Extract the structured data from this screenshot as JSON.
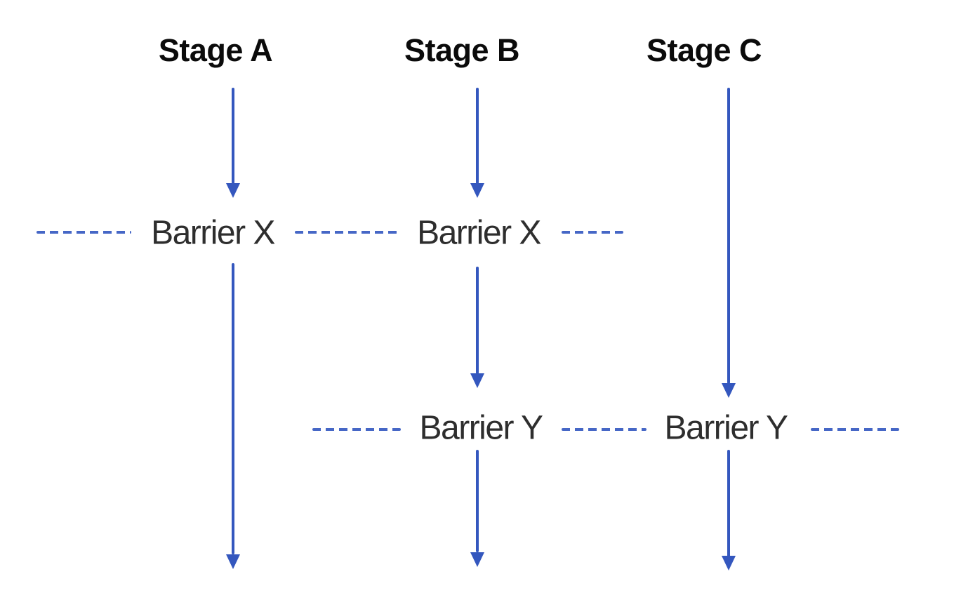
{
  "diagram": {
    "type": "staged-pipeline-with-barriers",
    "stages": [
      {
        "label": "Stage A"
      },
      {
        "label": "Stage B"
      },
      {
        "label": "Stage C"
      }
    ],
    "barriers": [
      {
        "label": "Barrier X",
        "crossed_by": [
          "Stage A",
          "Stage B"
        ]
      },
      {
        "label": "Barrier Y",
        "crossed_by": [
          "Stage B",
          "Stage C"
        ]
      }
    ],
    "colors": {
      "arrow": "#3457be",
      "dash": "#4667c6",
      "stage_title": "#0b0b0b",
      "barrier_label": "#2e2e2e",
      "bg": "#ffffff"
    }
  }
}
